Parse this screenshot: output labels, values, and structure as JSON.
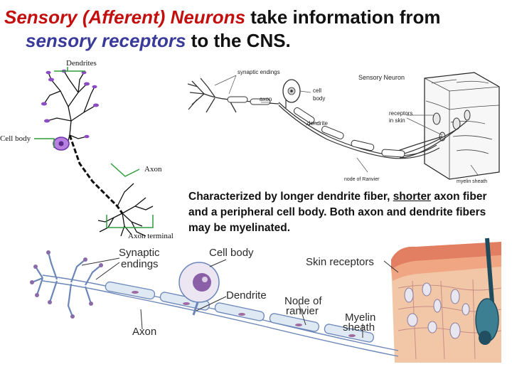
{
  "title": {
    "part1_red": "Sensory (Afferent) Neurons",
    "part2": " take information from",
    "part3_purple": "sensory receptors",
    "part4": " to the CNS."
  },
  "left_diagram": {
    "labels": {
      "dendrites": "Dendrites",
      "cell_body": "Cell body",
      "axon": "Axon",
      "axon_terminal": "Axon terminal"
    }
  },
  "top_right_diagram": {
    "labels": {
      "title": "Sensory Neuron",
      "synaptic_endings": "synaptic endings",
      "cell_body_1": "cell",
      "cell_body_2": "body",
      "axon": "axon",
      "dendrite": "dendrite",
      "receptors_1": "receptors",
      "receptors_2": "in skin",
      "node_of_ranvier": "node of Ranvier",
      "myelin_sheath": "myelin sheath"
    }
  },
  "caption": {
    "part1": "Characterized by longer dendrite fiber, ",
    "underlined": "shorter",
    "part2": " axon fiber and a peripheral cell body.  Both axon and dendrite fibers may be myelinated."
  },
  "bottom_diagram": {
    "labels": {
      "synaptic_1": "Synaptic",
      "synaptic_2": "endings",
      "cell_body": "Cell body",
      "skin_receptors": "Skin receptors",
      "dendrite": "Dendrite",
      "node_1": "Node of",
      "node_2": "ranvier",
      "myelin_1": "Myelin",
      "myelin_2": "sheath",
      "axon": "Axon"
    }
  },
  "colors": {
    "title_red": "#c40f0f",
    "title_purple": "#3a3a9a",
    "leader_green": "#2e9e3a",
    "dendrite_purple": "#8a4bc4",
    "axon_blue": "#2a6fb4"
  }
}
